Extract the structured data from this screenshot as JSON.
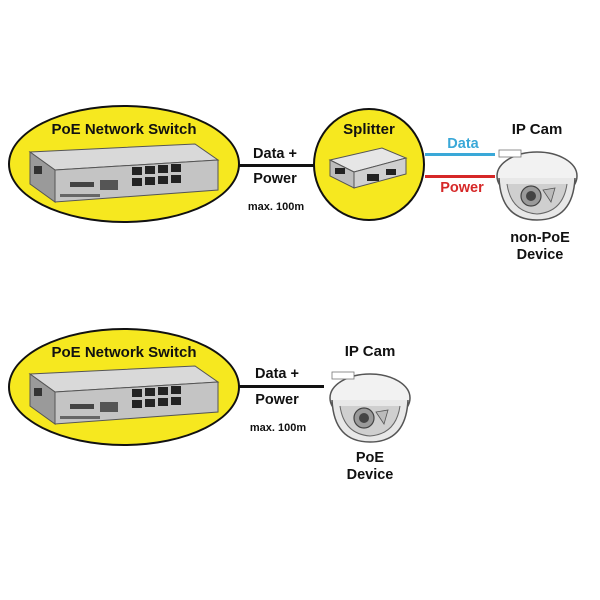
{
  "diagram_top": {
    "switch_title": "PoE Network Switch",
    "link_label_line1": "Data +",
    "link_label_line2": "Power",
    "link_distance": "max. 100m",
    "splitter_title": "Splitter",
    "out_data_label": "Data",
    "out_power_label": "Power",
    "camera_title": "IP Cam",
    "device_line1": "non-PoE",
    "device_line2": "Device"
  },
  "diagram_bottom": {
    "switch_title": "PoE Network Switch",
    "link_label_line1": "Data +",
    "link_label_line2": "Power",
    "link_distance": "max. 100m",
    "camera_title": "IP Cam",
    "device_line1": "PoE",
    "device_line2": "Device"
  },
  "colors": {
    "highlight_yellow": "#f6e81f",
    "data_line": "#3aa8d8",
    "power_line": "#d62828",
    "cable": "#111111"
  }
}
